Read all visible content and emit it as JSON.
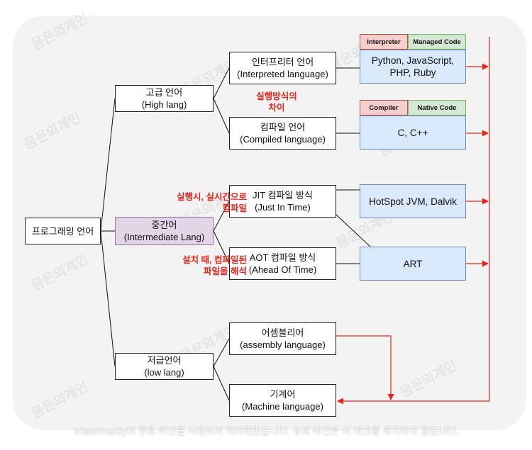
{
  "watermark": "뭄은외계인",
  "footer": "Watermarkly의 무료 버전을 사용하여 처리되었습니다. 유료 버전은 이 마크를 추가하지 않습니다.",
  "nodes": {
    "root": "프로그래밍 언어",
    "high": "고급 언어\n(High lang)",
    "intermediate": "중간어\n(Intermediate Lang)",
    "low": "저급언어\n(low lang)",
    "interpreted": "인터프리터 언어\n(Interpreted language)",
    "compiled": "컴파일 언어\n(Compiled language)",
    "jit": "JIT 컴파일 방식\n(Just In Time)",
    "aot": "AOT 컴파일 방식\n(Ahead Of Time)",
    "assembly": "어셈블리어\n(assembly language)",
    "machine": "기계어\n(Machine language)"
  },
  "examples": {
    "interpreted": "Python, JavaScript,\nPHP, Ruby",
    "compiled": "C, C++",
    "jit": "HotSpot JVM, Dalvik",
    "art": "ART"
  },
  "tags": {
    "interpreter": "Interpreter",
    "managed": "Managed Code",
    "compiler": "Compiler",
    "native": "Native Code"
  },
  "notes": {
    "execution": "실행방식의\n차이",
    "jit": "실행시, 실시간으로\n컴파일",
    "aot": "설치 때, 컴파일된\n파일을 해석"
  },
  "colors": {
    "arrow": "#e8241c",
    "intermediate_fill": "#e1d5e7",
    "example_fill": "#dae8fc",
    "tag_red": "#f8cecc",
    "tag_green": "#d5e8d4"
  }
}
